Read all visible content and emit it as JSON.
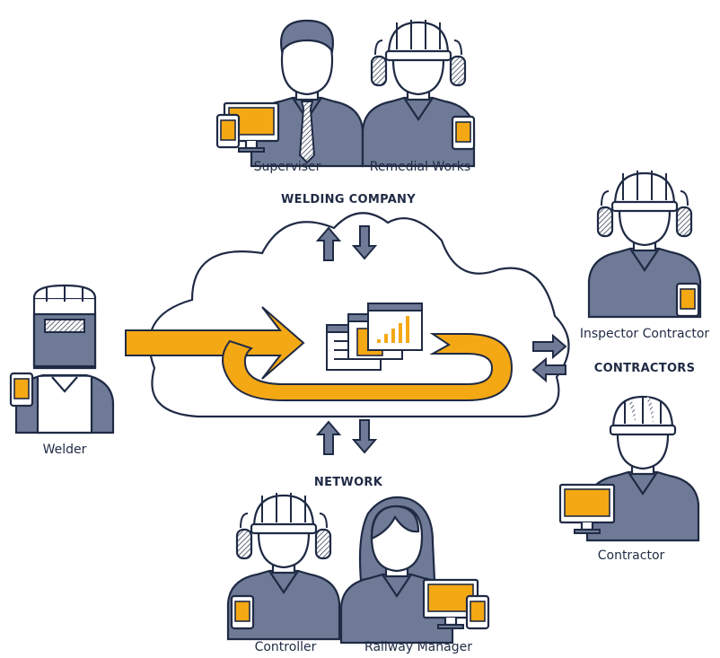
{
  "groups": {
    "welding_company": "WELDING COMPANY",
    "contractors": "CONTRACTORS",
    "network": "NETWORK"
  },
  "roles": {
    "superviser": "Superviser",
    "remedial_works": "Remedial Works",
    "inspector_contractor": "Inspector Contractor",
    "welder": "Welder",
    "contractor": "Contractor",
    "controller": "Controller",
    "railway_manager": "Railway Manager"
  },
  "colors": {
    "ink": "#1f2a44",
    "slate": "#6f7a96",
    "accent": "#f4a814",
    "skin": "#ffffff",
    "hatch": "#c9cedb"
  },
  "icons": [
    "cloud-icon",
    "cycle-arrow-icon",
    "report-windows-icon",
    "up-arrow-icon",
    "down-arrow-icon",
    "left-arrow-icon",
    "right-arrow-icon",
    "tablet-icon",
    "monitor-icon",
    "hard-hat-icon",
    "welding-mask-icon",
    "ear-defender-icon"
  ]
}
